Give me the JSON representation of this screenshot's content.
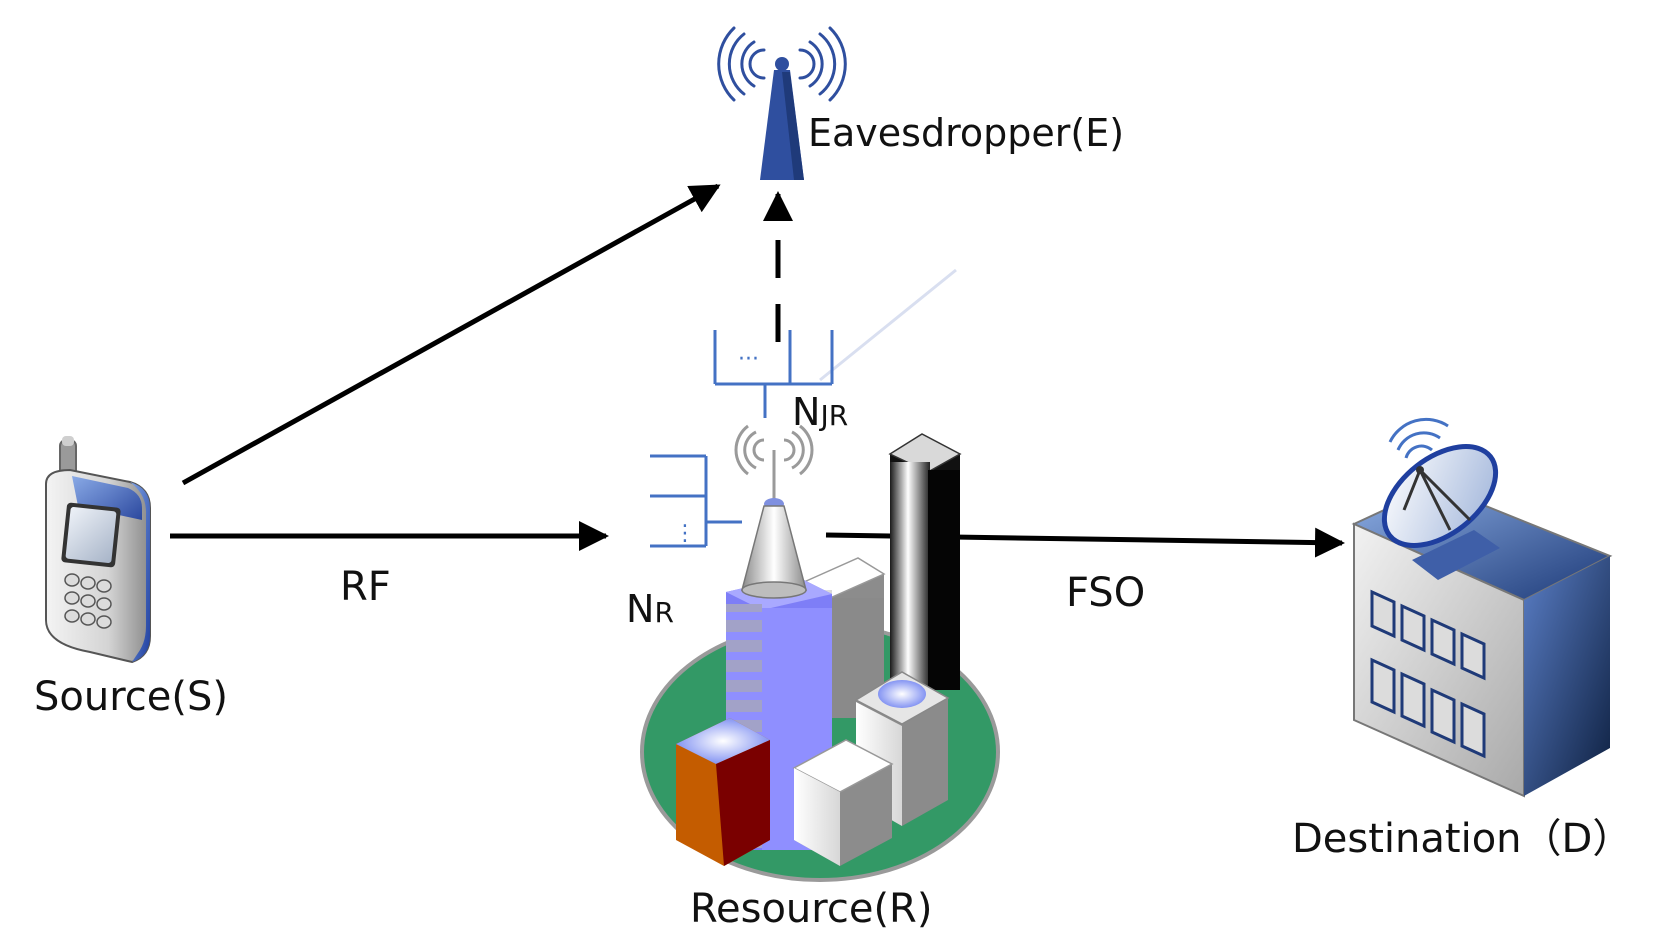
{
  "nodes": {
    "source": {
      "label": "Source(S)",
      "icon": "mobile-phone-icon"
    },
    "relay": {
      "label": "Resource(R)",
      "icon": "city-buildings-icon"
    },
    "eavesdropper": {
      "label": "Eavesdropper(E)",
      "icon": "antenna-tower-icon"
    },
    "destination": {
      "label": "Destination（D）",
      "icon": "building-with-satellite-dish-icon"
    }
  },
  "links": {
    "rf": {
      "label": "RF"
    },
    "fso": {
      "label": "FSO"
    }
  },
  "antennas": {
    "receive": {
      "main": "N",
      "sub": "R",
      "dots": "⋮"
    },
    "jamming": {
      "main": "N",
      "sub": "JR",
      "dots": "···"
    }
  },
  "colors": {
    "antenna_blue": "#4472c4",
    "tower_blue": "#2f4f9f",
    "arrow": "#000000",
    "ground_green": "#339966",
    "building_purple": "#8f8fff"
  }
}
